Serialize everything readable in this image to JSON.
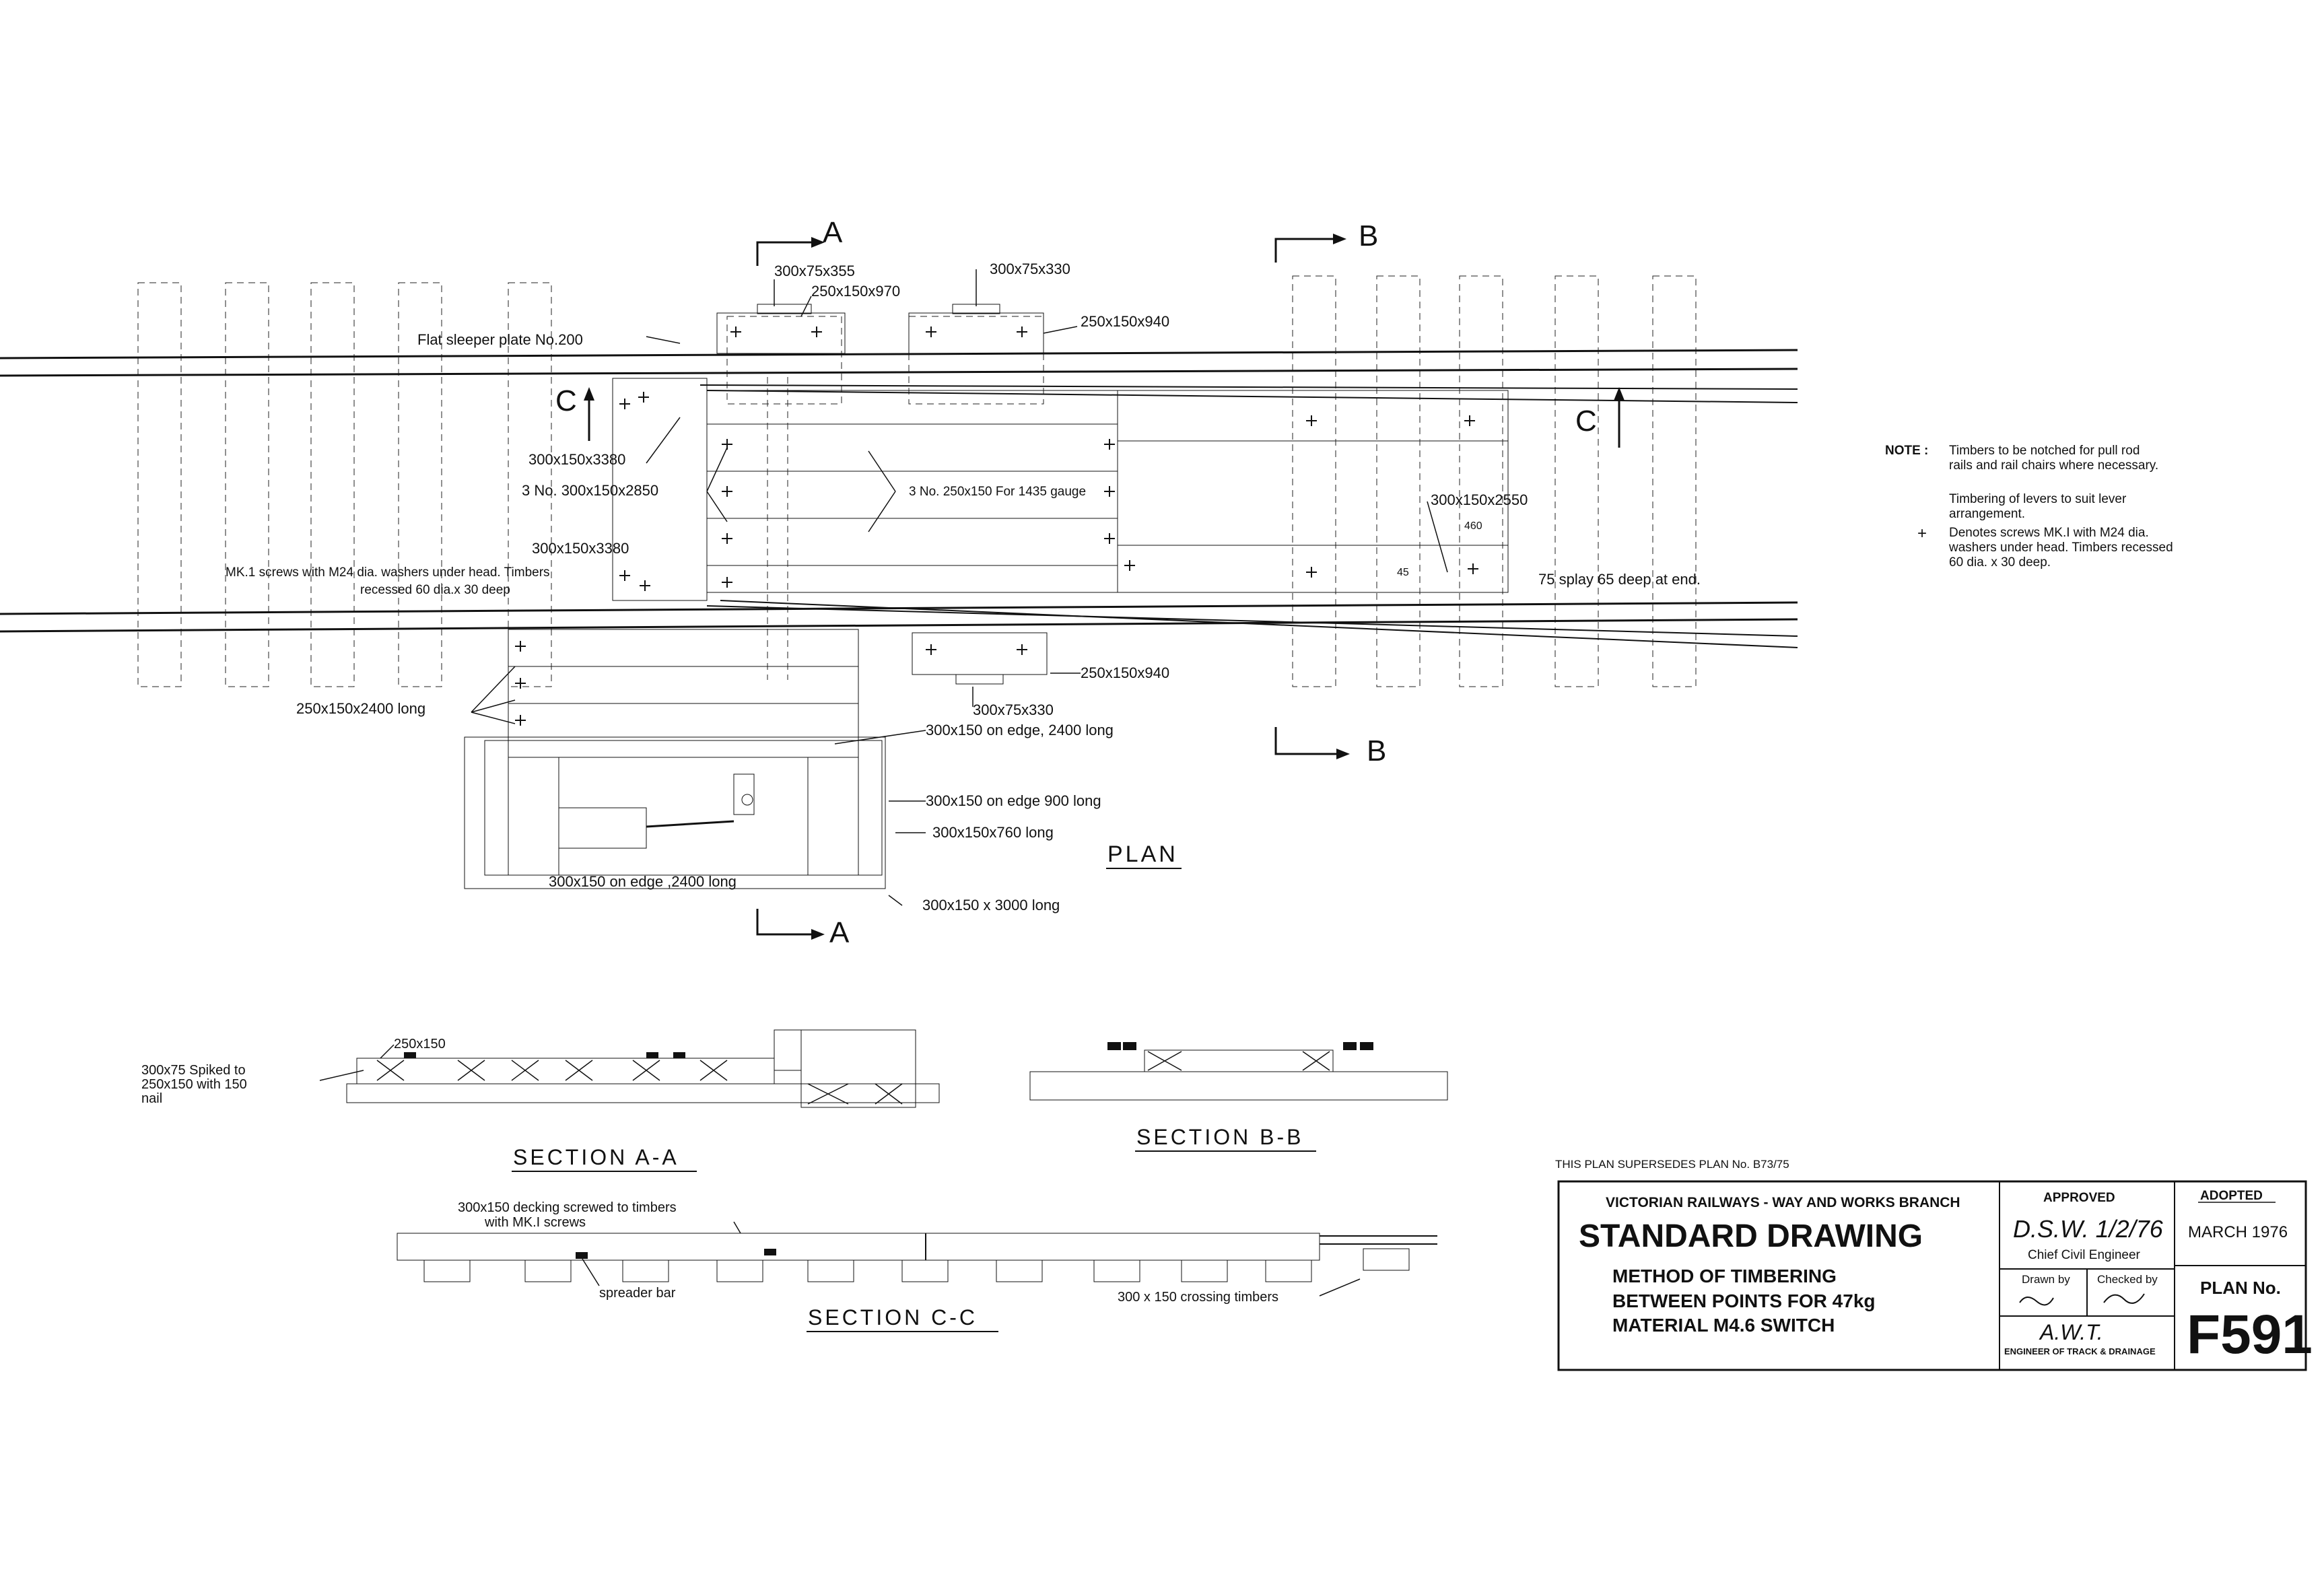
{
  "section_markers": {
    "a": "A",
    "b": "B",
    "c": "C"
  },
  "plan": {
    "title": "PLAN",
    "labels": {
      "flat_sleeper": "Flat sleeper plate No.200",
      "t_300x75x355": "300x75x355",
      "t_250x150x970": "250x150x970",
      "t_300x75x330_top": "300x75x330",
      "t_250x150x940_top": "250x150x940",
      "t_300x150x3380_a": "300x150x3380",
      "t_3no_300x150x2850": "3 No. 300x150x2850",
      "t_3no_250x150": "3 No. 250x150 For 1435 gauge",
      "t_300x150x3380_b": "300x150x3380",
      "mk1_screws_l1": "MK.1 screws with M24 dia. washers under head. Timbers",
      "mk1_screws_l2": "recessed 60 dia.x 30 deep",
      "t_250x150x2400": "250x150x2400 long",
      "t_250x150x940_bot": "250x150x940",
      "t_300x75x330_bot": "300x75x330",
      "t_300x150_edge_2400": "300x150 on edge, 2400 long",
      "t_300x150_edge_900": "300x150 on edge 900 long",
      "t_300x150x760": "300x150x760 long",
      "t_300x150_edge_2400_b": "300x150 on edge ,2400 long",
      "t_300x150x3000": "300x150 x 3000 long",
      "t_300x150x2550": "300x150x2550",
      "dim_460": "460",
      "dim_45": "45",
      "splay": "75 splay 65 deep at end."
    }
  },
  "note": {
    "heading": "NOTE :",
    "lines": [
      "Timbers to be notched for pull rod",
      "rails and rail chairs where necessary.",
      "Timbering of levers to suit lever",
      "arrangement.",
      "Denotes screws MK.I with M24 dia.",
      "washers under head. Timbers recessed",
      "60 dia. x 30 deep."
    ],
    "plus": "+"
  },
  "sections": {
    "aa": {
      "title": "SECTION A-A",
      "label_250x150": "250x150",
      "spiked_lines": [
        "300x75 Spiked to",
        "250x150 with 150",
        "nail"
      ]
    },
    "bb": {
      "title": "SECTION B-B"
    },
    "cc": {
      "title": "SECTION C-C",
      "decking_lines": [
        "300x150 decking screwed to timbers",
        "with MK.I screws"
      ],
      "spreader_bar": "spreader bar",
      "crossing_timbers": "300 x 150 crossing timbers"
    }
  },
  "supersedes": "THIS PLAN SUPERSEDES PLAN No. B73/75",
  "title_block": {
    "branch": "VICTORIAN RAILWAYS - WAY AND WORKS BRANCH",
    "heading": "STANDARD DRAWING",
    "description_lines": [
      "METHOD OF TIMBERING",
      "BETWEEN POINTS FOR 47kg",
      "MATERIAL M4.6 SWITCH"
    ],
    "approved_label": "APPROVED",
    "chief_engineer": "Chief Civil Engineer",
    "drawn_by": "Drawn by",
    "checked_by": "Checked by",
    "engineer_track": "ENGINEER OF TRACK & DRAINAGE",
    "adopted_label": "ADOPTED",
    "adopted_date": "MARCH 1976",
    "plan_no_label": "PLAN No.",
    "plan_no": "F591",
    "signature_text": [
      "D.S.W. 1/2/76",
      "A.W.T."
    ]
  }
}
